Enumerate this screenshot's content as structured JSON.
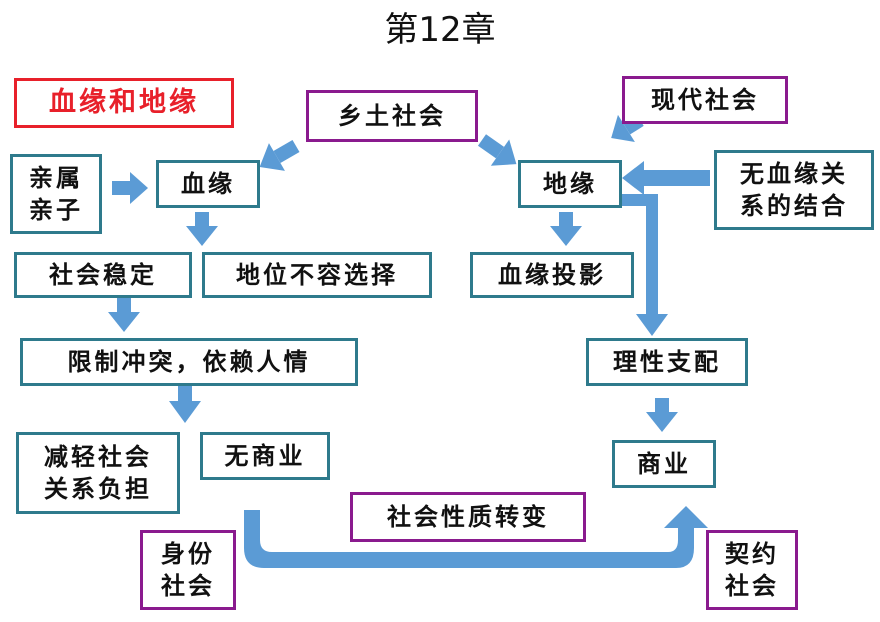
{
  "title": "第12章",
  "section_label": "血缘和地缘",
  "nodes": {
    "xiangtu": "乡土社会",
    "xiandai": "现代社会",
    "qinshu_line1": "亲属",
    "qinshu_line2": "亲子",
    "xueyuan": "血缘",
    "diyuan": "地缘",
    "wuxueyuan_line1": "无血缘关",
    "wuxueyuan_line2": "系的结合",
    "shehui_wending": "社会稳定",
    "diwei": "地位不容选择",
    "xueyuan_touying": "血缘投影",
    "xianzhi": "限制冲突，依赖人情",
    "lixing": "理性支配",
    "jianqing_line1": "减轻社会",
    "jianqing_line2": "关系负担",
    "wushangye": "无商业",
    "shangye": "商业",
    "zhuanbian": "社会性质转变",
    "shenfen_line1": "身份",
    "shenfen_line2": "社会",
    "qiyue_line1": "契约",
    "qiyue_line2": "社会"
  },
  "colors": {
    "arrow": "#5b9bd5",
    "teal_border": "#2e7a8c",
    "purple_border": "#8a1a8e",
    "red": "#e8202a"
  }
}
